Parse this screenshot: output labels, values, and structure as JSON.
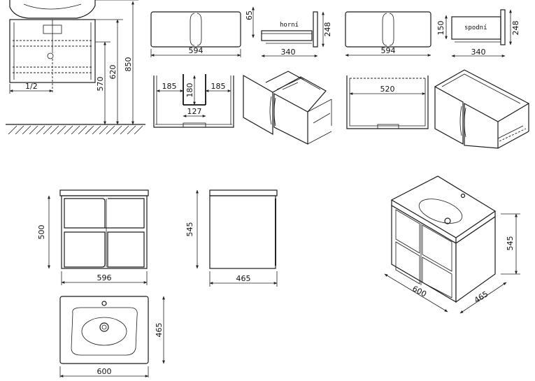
{
  "side_section": {
    "height_total": "850",
    "height_top": "620",
    "height_lower": "570",
    "center_ratio": "1/2"
  },
  "drawer_top": {
    "front_width": "594",
    "front_height": "248",
    "side_depth": "340",
    "side_height": "65",
    "side_label": "horní"
  },
  "drawer_bottom": {
    "front_width": "594",
    "front_height": "248",
    "side_depth": "340",
    "side_height": "150",
    "side_label": "spodní"
  },
  "section_top": {
    "left_width": "185",
    "right_width": "185",
    "mid_height": "180",
    "mid_width": "127"
  },
  "section_bottom": {
    "inner_width": "520"
  },
  "front_view": {
    "width": "596",
    "height": "500"
  },
  "side_view": {
    "height": "545",
    "depth": "465"
  },
  "top_view": {
    "width": "600",
    "depth": "465"
  },
  "iso_view": {
    "height": "545",
    "width": "600",
    "depth": "465"
  }
}
